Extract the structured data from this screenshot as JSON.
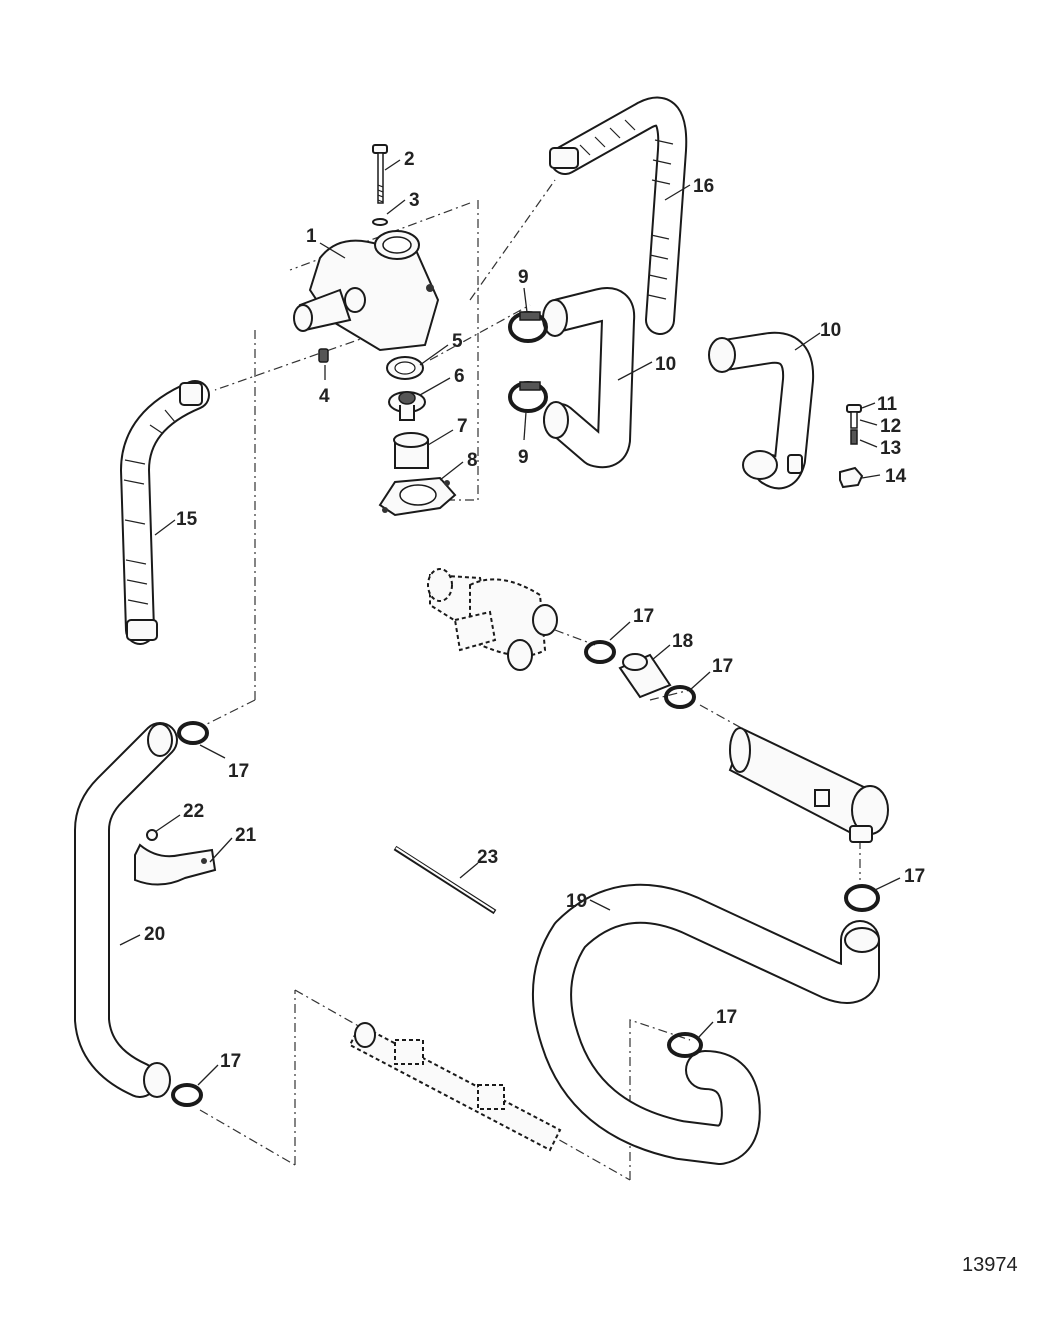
{
  "figure_number": "13974",
  "callouts": [
    {
      "id": "c1",
      "label": "1"
    },
    {
      "id": "c2",
      "label": "2"
    },
    {
      "id": "c3",
      "label": "3"
    },
    {
      "id": "c4",
      "label": "4"
    },
    {
      "id": "c5",
      "label": "5"
    },
    {
      "id": "c6",
      "label": "6"
    },
    {
      "id": "c7",
      "label": "7"
    },
    {
      "id": "c8",
      "label": "8"
    },
    {
      "id": "c9a",
      "label": "9"
    },
    {
      "id": "c9b",
      "label": "9"
    },
    {
      "id": "c10a",
      "label": "10"
    },
    {
      "id": "c10b",
      "label": "10"
    },
    {
      "id": "c11",
      "label": "11"
    },
    {
      "id": "c12",
      "label": "12"
    },
    {
      "id": "c13",
      "label": "13"
    },
    {
      "id": "c14",
      "label": "14"
    },
    {
      "id": "c15",
      "label": "15"
    },
    {
      "id": "c16",
      "label": "16"
    },
    {
      "id": "c17a",
      "label": "17"
    },
    {
      "id": "c17b",
      "label": "17"
    },
    {
      "id": "c17c",
      "label": "17"
    },
    {
      "id": "c17d",
      "label": "17"
    },
    {
      "id": "c17e",
      "label": "17"
    },
    {
      "id": "c17f",
      "label": "17"
    },
    {
      "id": "c18",
      "label": "18"
    },
    {
      "id": "c19",
      "label": "19"
    },
    {
      "id": "c20",
      "label": "20"
    },
    {
      "id": "c21",
      "label": "21"
    },
    {
      "id": "c22",
      "label": "22"
    },
    {
      "id": "c23",
      "label": "23"
    }
  ]
}
